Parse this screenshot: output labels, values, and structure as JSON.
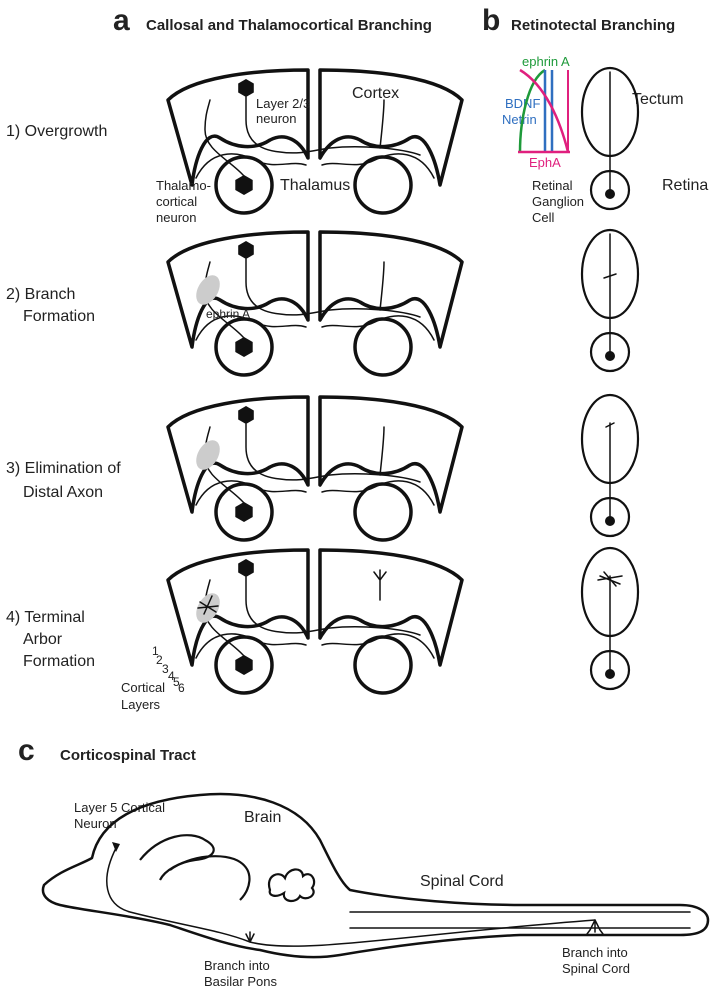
{
  "panel_a": {
    "letter": "a",
    "title": "Callosal and Thalamocortical Branching",
    "stages": [
      "1) Overgrowth",
      "2) Branch",
      "Formation",
      "3) Elimination of",
      "Distal Axon",
      "4) Terminal",
      "Arbor",
      "Formation"
    ],
    "labels": {
      "layer23": [
        "Layer 2/3",
        "neuron"
      ],
      "cortex": "Cortex",
      "thalamocortical": [
        "Thalamo-",
        "cortical",
        "neuron"
      ],
      "thalamus": "Thalamus",
      "ephrinA": "ephrin A",
      "layer_numbers": [
        "1",
        "2",
        "3",
        "4",
        "5",
        "6"
      ],
      "cortical_layers": [
        "Cortical",
        "Layers"
      ]
    }
  },
  "panel_b": {
    "letter": "b",
    "title": "Retinotectal Branching",
    "labels": {
      "ephrinA": "ephrin A",
      "bdnf": "BDNF",
      "netrin": "Netrin",
      "epha": "EphA",
      "tectum": "Tectum",
      "retina": "Retina",
      "rgc": [
        "Retinal",
        "Ganglion",
        "Cell"
      ]
    },
    "colors": {
      "ephrin": "#1e9a3a",
      "bdnf": "#2f6fc0",
      "epha": "#e0207e"
    }
  },
  "panel_c": {
    "letter": "c",
    "title": "Corticospinal Tract",
    "labels": {
      "layer5": [
        "Layer 5 Cortical",
        "Neuron"
      ],
      "brain": "Brain",
      "spinal_cord": "Spinal Cord",
      "pons": [
        "Branch into",
        "Basilar Pons"
      ],
      "cord_branch": [
        "Branch into",
        "Spinal Cord"
      ]
    }
  }
}
